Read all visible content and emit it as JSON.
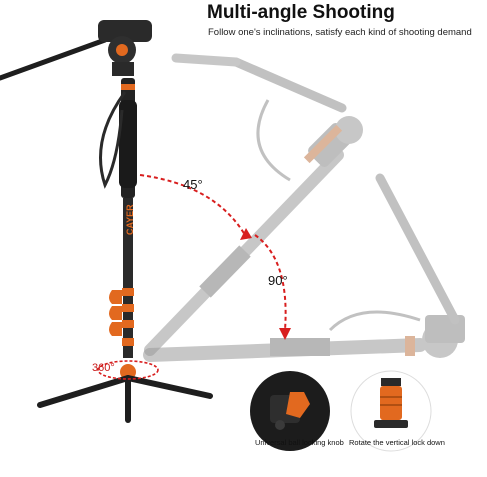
{
  "heading": {
    "title": "Multi-angle Shooting",
    "subtitle": "Follow one's inclinations, satisfy each kind of shooting demand"
  },
  "angles": {
    "a45": "45°",
    "a90": "90°",
    "a360": "360°"
  },
  "brand": {
    "name": "CAYER"
  },
  "details": {
    "left_caption": "Universal ball locking knob",
    "right_caption": "Rotate the vertical lock down"
  },
  "colors": {
    "accent_orange": "#e2691f",
    "arrow_red": "#d81e1e",
    "monopod_dark": "#222222",
    "ghost_gray": "#a8a8a8"
  }
}
